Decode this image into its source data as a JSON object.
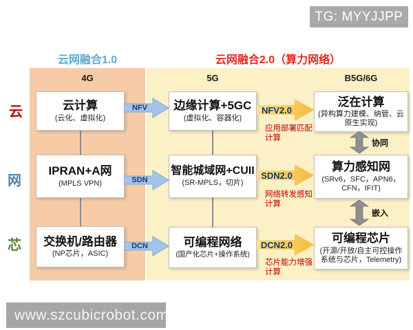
{
  "badge": "TG: MYYJJPP",
  "watermark": "www.szcubicrobot.com",
  "headers": {
    "era1": "云网融合1.0",
    "era2": "云网融合2.0（算力网络）"
  },
  "columns": {
    "c1": "4G",
    "c2": "5G",
    "c3": "B5G/6G"
  },
  "row_labels": {
    "cloud": "云",
    "network": "网",
    "chip": "芯"
  },
  "boxes": {
    "cloud_4g": {
      "title": "云计算",
      "subtitle": "(云化、虚拟化)"
    },
    "cloud_5g": {
      "title": "边缘计算+5GC",
      "subtitle": "(虚拟化、容器化)"
    },
    "cloud_6g": {
      "title": "泛在计算",
      "subtitle": "(异构算力建模、纳管、云原生实现)"
    },
    "net_4g": {
      "title": "IPRAN+A网",
      "subtitle": "(MPLS VPN)"
    },
    "net_5g": {
      "title": "智能城域网+CUII",
      "subtitle": "(SR-MPLS，切片)"
    },
    "net_6g": {
      "title": "算力感知网",
      "subtitle": "(SRv6，SFC，APN6，CFN，IFIT)"
    },
    "chip_4g": {
      "title": "交换机/路由器",
      "subtitle": "(NP芯片，ASIC)"
    },
    "chip_5g": {
      "title": "可编程网络",
      "subtitle": "(国产化芯片+操作系统)"
    },
    "chip_6g": {
      "title": "可编程芯片",
      "subtitle": "(开源/开放/自主可控操作系统与芯片，Telemetry)"
    }
  },
  "arrows": {
    "nfv": "NFV",
    "sdn": "SDN",
    "dcn": "DCN",
    "nfv2": {
      "label": "NFV2.0",
      "note": "应用部署匹配计算"
    },
    "sdn2": {
      "label": "SDN2.0",
      "note": "网络转发感知计算"
    },
    "dcn2": {
      "label": "DCN2.0",
      "note": "芯片能力增强计算"
    },
    "synergy": "协同",
    "embed": "嵌入"
  },
  "colors": {
    "band_left": "#F6CBA6",
    "band_right": "#FBF0C6",
    "era1_text": "#5FA8CC",
    "era2_text": "#E02B20",
    "blue_arrow": "#A3C4E8",
    "orange_arrow": "#F6BE3E",
    "gray_arrow": "#8F8F8F",
    "note_red": "#C00000"
  }
}
